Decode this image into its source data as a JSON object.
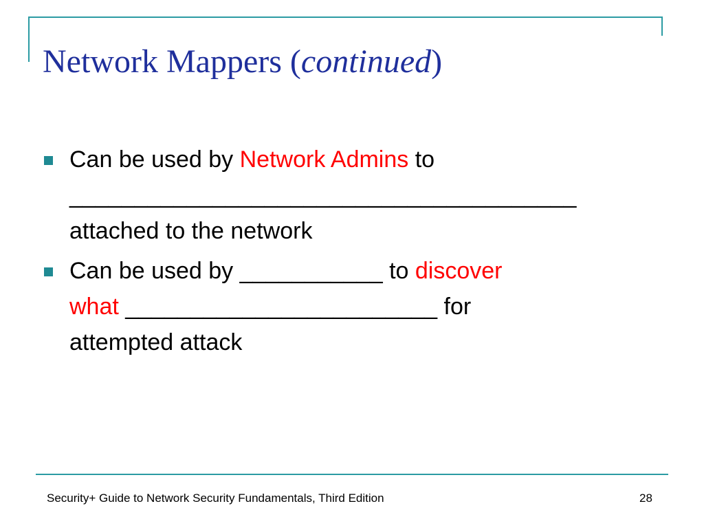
{
  "slide": {
    "title": {
      "main": "Network Mappers (",
      "italic": "continued",
      "close": ")"
    },
    "bullets": [
      {
        "line1_a": "Can be used by ",
        "line1_red": "Network Admins",
        "line1_b": " to",
        "blank": "_______________________________________",
        "line3": "attached to the network"
      },
      {
        "line1_a": "Can be used by ",
        "blank1": "___________",
        "line1_b": " to ",
        "line1_red": "discover",
        "line2_red": "what",
        "line2_blank": " ________________________",
        "line2_b": " for",
        "line3": "attempted attack"
      }
    ],
    "footer": {
      "text": "Security+ Guide to Network Security Fundamentals, Third Edition",
      "page_number": "28"
    }
  },
  "colors": {
    "title": "#1f2f9c",
    "accent_lines": "#2b9ba3",
    "bullet_marker": "#1f8a93",
    "highlight": "#ff0000"
  }
}
